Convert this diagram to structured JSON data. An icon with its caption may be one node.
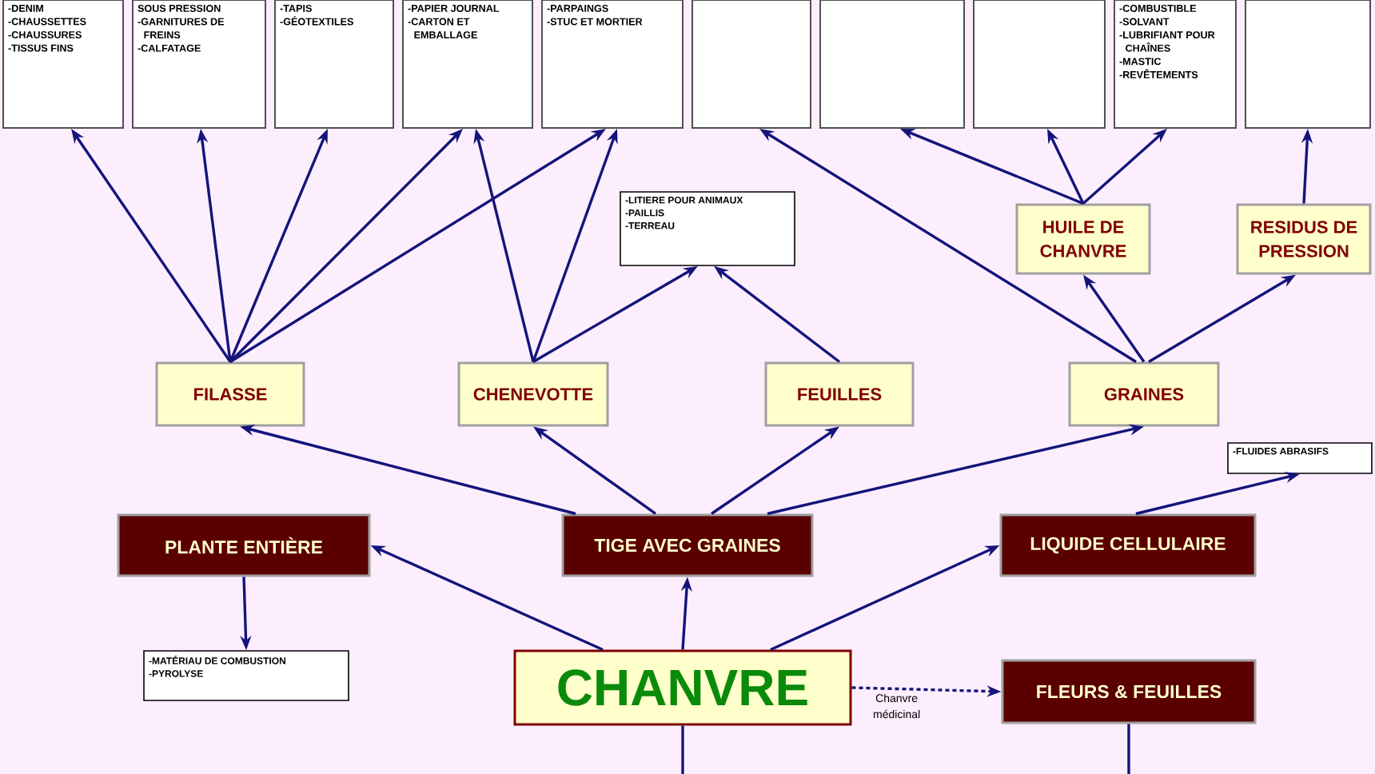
{
  "diagram": {
    "nodes": [
      {
        "text": [
          "-DENIM",
          "-CHAUSSETTES",
          "-CHAUSSURES",
          "-TISSUS FINS"
        ]
      },
      {
        "text": [
          "SOUS PRESSION",
          "-GARNITURES DE FREINS",
          "-CALFATAGE"
        ]
      },
      {
        "text": [
          "-TAPIS",
          "-GÉOTEXTILES"
        ]
      },
      {
        "text": [
          "-PAPIER JOURNAL",
          "-CARTON ET EMBALLAGE"
        ]
      },
      {
        "text": [
          "-PARPAINGS",
          "-STUC ET MORTIER"
        ]
      },
      {
        "text": [],
        "shape": "box"
      },
      {
        "text": [],
        "shape": "box"
      },
      {
        "text": [],
        "shape": "box"
      },
      {
        "text": [
          "-COMBUSTIBLE",
          "-SOLVANT",
          "-LUBRIFIANT POUR CHAÎNES",
          "-MASTIC",
          "-REVÊTEMENTS"
        ]
      },
      {
        "text": [],
        "shape": "box"
      },
      {
        "text": [
          "-LITIERE POUR ANIMAUX",
          "-PAILLIS",
          "-TERREAU"
        ]
      },
      {
        "text": [
          "HUILE DE CHANVRE"
        ]
      },
      {
        "text": [
          "RESIDUS DE PRESSION"
        ]
      },
      {
        "text": [
          "FILASSE"
        ]
      },
      {
        "text": [
          "CHENEVOTTE"
        ]
      },
      {
        "text": [
          "FEUILLES"
        ]
      },
      {
        "text": [
          "GRAINES"
        ]
      },
      {
        "text": [
          "-FLUIDES ABRASIFS"
        ]
      },
      {
        "text": [
          "PLANTE ENTIÈRE"
        ]
      },
      {
        "text": [
          "TIGE AVEC GRAINES"
        ]
      },
      {
        "text": [
          "LIQUIDE CELLULAIRE"
        ]
      },
      {
        "text": [
          "-MATÉRIAU DE COMBUSTION",
          "-PYROLYSE"
        ]
      },
      {
        "text": [
          "CHANVRE"
        ]
      },
      {
        "text": [
          "FLEURS & FEUILLES"
        ]
      }
    ],
    "edges": [
      {
        "from": 13,
        "to": 0,
        "arrow": "to"
      },
      {
        "from": 13,
        "to": 1,
        "arrow": "to"
      },
      {
        "from": 13,
        "to": 2,
        "arrow": "to"
      },
      {
        "from": 13,
        "to": 3,
        "arrow": "to"
      },
      {
        "from": 13,
        "to": 4,
        "arrow": "to"
      },
      {
        "from": 14,
        "to": 3,
        "arrow": "to"
      },
      {
        "from": 14,
        "to": 4,
        "arrow": "to"
      },
      {
        "from": 14,
        "to": 10,
        "arrow": "to"
      },
      {
        "from": 15,
        "to": 10,
        "arrow": "to"
      },
      {
        "from": 16,
        "to": 5,
        "arrow": "to"
      },
      {
        "from": 16,
        "to": 11,
        "arrow": "to"
      },
      {
        "from": 16,
        "to": 12,
        "arrow": "to"
      },
      {
        "from": 11,
        "to": 6,
        "arrow": "to"
      },
      {
        "from": 11,
        "to": 7,
        "arrow": "to"
      },
      {
        "from": 11,
        "to": 8,
        "arrow": "to"
      },
      {
        "from": 12,
        "to": 9,
        "arrow": "to"
      },
      {
        "from": 19,
        "to": 13,
        "arrow": "to"
      },
      {
        "from": 19,
        "to": 14,
        "arrow": "to"
      },
      {
        "from": 19,
        "to": 15,
        "arrow": "to"
      },
      {
        "from": 19,
        "to": 16,
        "arrow": "to"
      },
      {
        "from": 20,
        "to": 17,
        "arrow": "to"
      },
      {
        "from": 22,
        "to": 18,
        "arrow": "to"
      },
      {
        "from": 22,
        "to": 19,
        "arrow": "to"
      },
      {
        "from": 22,
        "to": 20,
        "arrow": "to"
      },
      {
        "from": 18,
        "to": 21,
        "arrow": "to"
      },
      {
        "from": 22,
        "to": 23,
        "arrow": "to",
        "style": "dashed",
        "label": "Chanvre médicinal"
      },
      {
        "from": 22,
        "to": null,
        "arrow": "none"
      },
      {
        "from": 23,
        "to": null,
        "arrow": "none"
      }
    ]
  }
}
